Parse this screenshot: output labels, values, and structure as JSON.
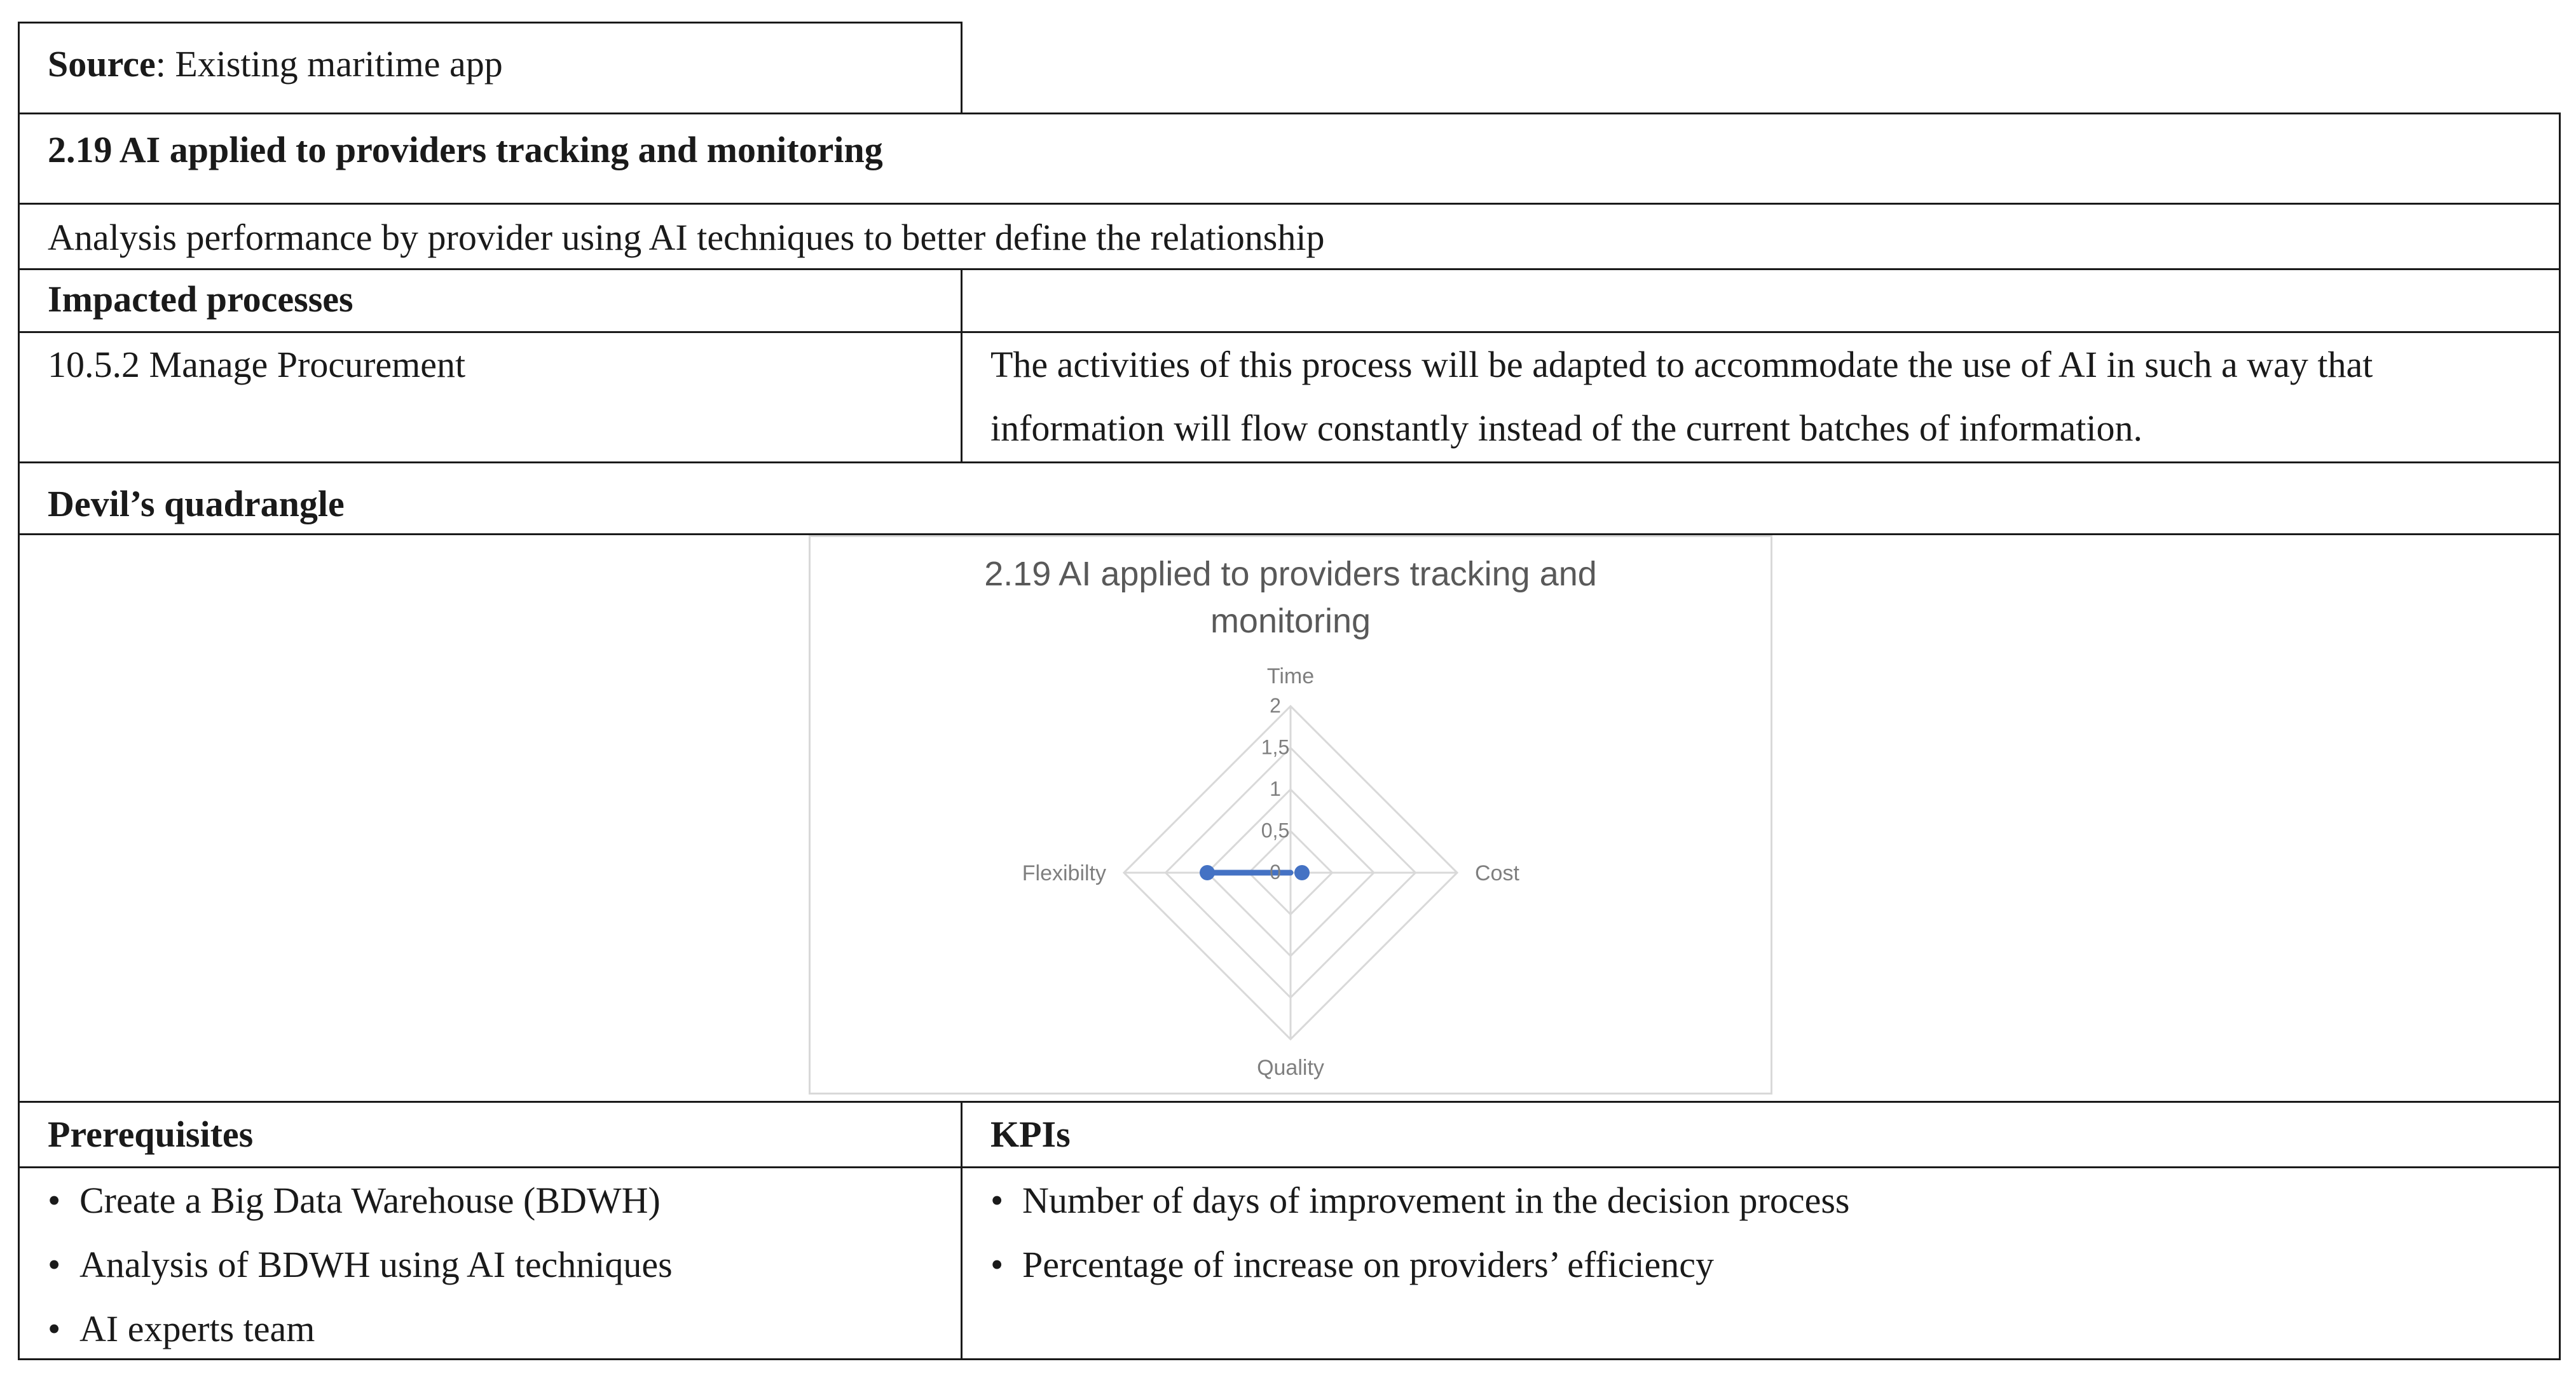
{
  "source": {
    "label": "Source",
    "value": ": Existing maritime app"
  },
  "section": {
    "title": "2.19 AI applied to providers tracking and monitoring",
    "description": "Analysis performance by provider using AI techniques to better define the relationship"
  },
  "impacted": {
    "header": "Impacted processes",
    "process": "10.5.2 Manage Procurement",
    "explanation": "The activities of this process will be adapted to accommodate the use of AI in such a way that information will flow constantly instead of the current batches of information."
  },
  "devils": {
    "header": "Devil’s quadrangle"
  },
  "chart_data": {
    "type": "radar",
    "title_line1": "2.19 AI applied to providers tracking and",
    "title_line2": "monitoring",
    "axes": [
      "Time",
      "Cost",
      "Quality",
      "Flexibilty"
    ],
    "ticks": [
      "0",
      "0,5",
      "1",
      "1,5",
      "2"
    ],
    "range": [
      0,
      2
    ],
    "series": [
      {
        "values": [
          0,
          0,
          0,
          1
        ],
        "color": "#4472c4"
      }
    ],
    "grid_color": "#d9d9d9",
    "label_color": "#7f7f7f"
  },
  "prerequisites": {
    "header": "Prerequisites",
    "items": [
      "Create a Big Data Warehouse (BDWH)",
      "Analysis of BDWH using AI techniques",
      "AI experts team"
    ]
  },
  "kpis": {
    "header": "KPIs",
    "items": [
      "Number of days of improvement in the decision process",
      "Percentage of increase on providers’ efficiency"
    ]
  }
}
